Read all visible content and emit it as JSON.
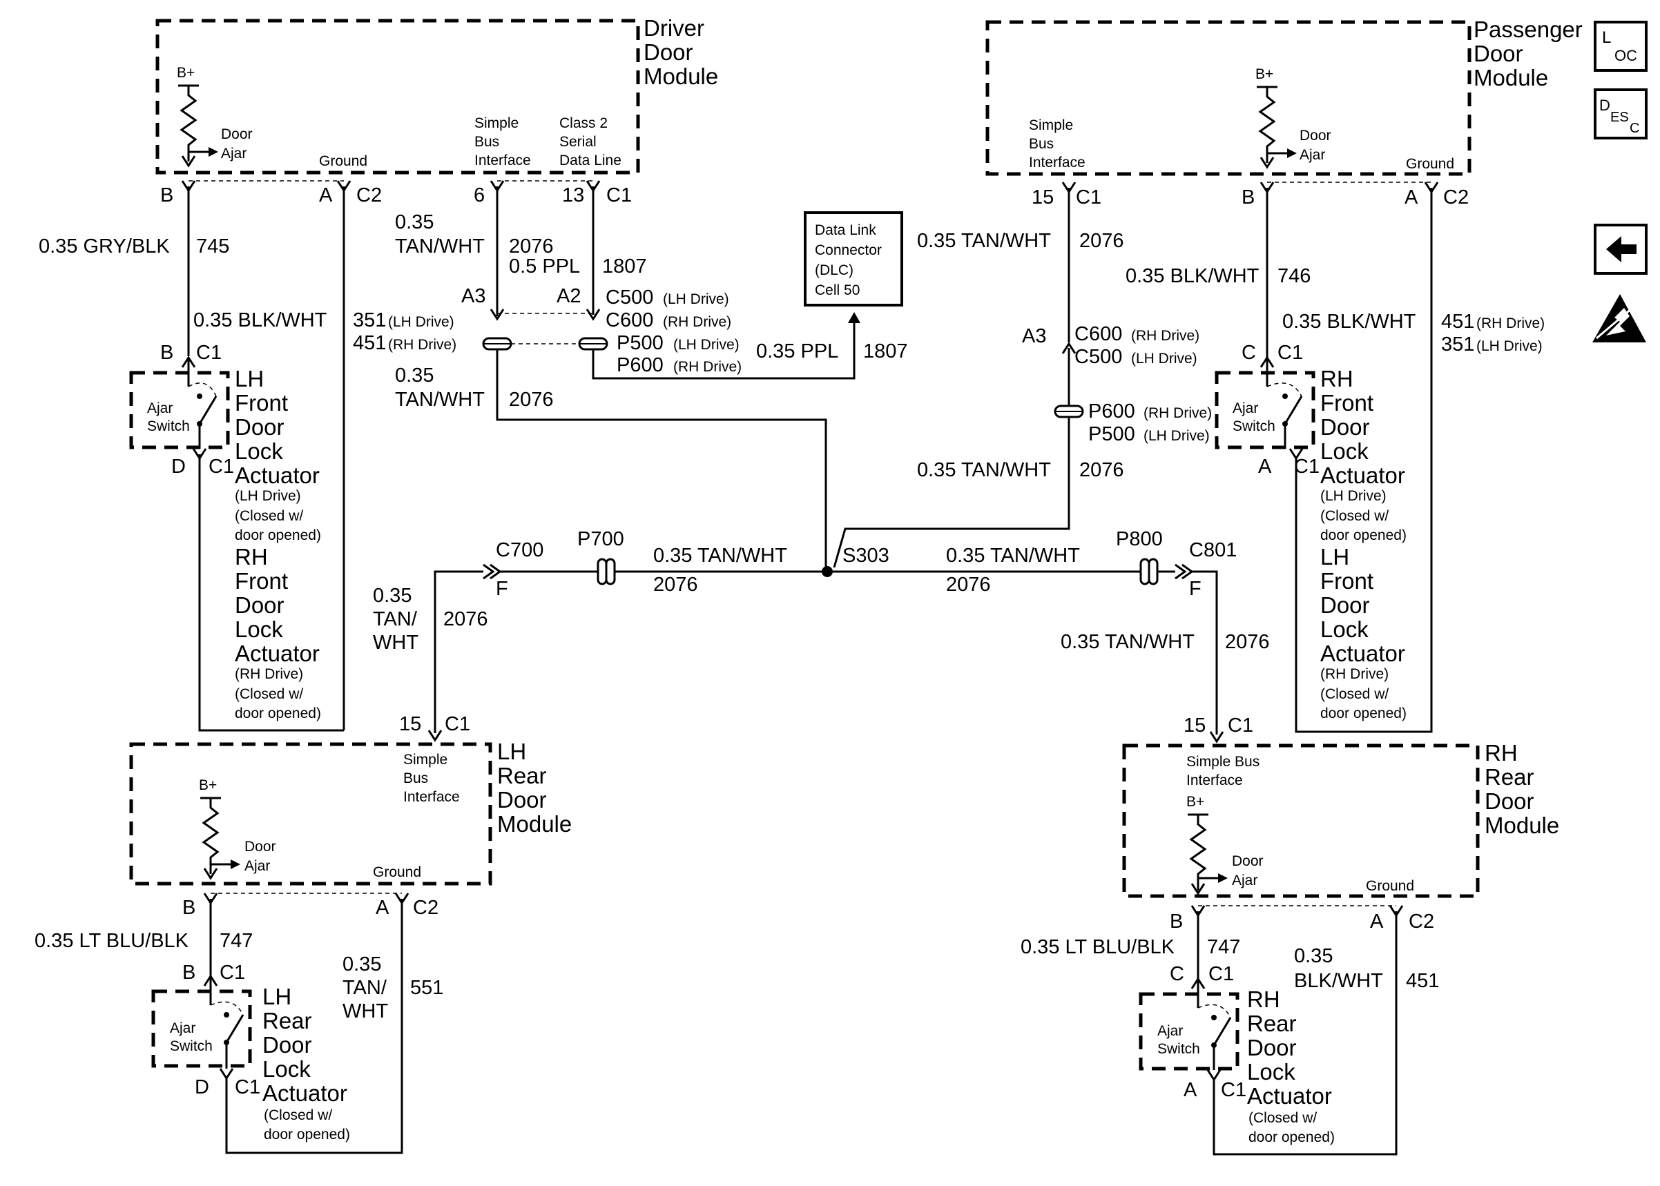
{
  "modules": {
    "driver": {
      "title": [
        "Driver",
        "Door",
        "Module"
      ],
      "b_plus": "B+",
      "door_ajar": [
        "Door",
        "Ajar"
      ],
      "ground": "Ground",
      "sbi": [
        "Simple",
        "Bus",
        "Interface"
      ],
      "class2": [
        "Class 2",
        "Serial",
        "Data Line"
      ]
    },
    "passenger": {
      "title": [
        "Passenger",
        "Door",
        "Module"
      ],
      "b_plus": "B+",
      "door_ajar": [
        "Door",
        "Ajar"
      ],
      "ground": "Ground",
      "sbi": [
        "Simple",
        "Bus",
        "Interface"
      ]
    },
    "lh_rear": {
      "title": [
        "LH",
        "Rear",
        "Door",
        "Module"
      ],
      "b_plus": "B+",
      "door_ajar": [
        "Door",
        "Ajar"
      ],
      "ground": "Ground",
      "sbi": [
        "Simple",
        "Bus",
        "Interface"
      ]
    },
    "rh_rear": {
      "title": [
        "RH",
        "Rear",
        "Door",
        "Module"
      ],
      "b_plus": "B+",
      "door_ajar": [
        "Door",
        "Ajar"
      ],
      "ground": "Ground",
      "sbi": [
        "Simple Bus",
        "Interface"
      ]
    }
  },
  "actuators": {
    "lh_front": {
      "switch": [
        "Ajar",
        "Switch"
      ],
      "title": [
        "LH",
        "Front",
        "Door",
        "Lock",
        "Actuator"
      ],
      "note1": [
        "(LH Drive)",
        "(Closed w/",
        "door opened)"
      ],
      "title2": [
        "RH",
        "Front",
        "Door",
        "Lock",
        "Actuator"
      ],
      "note2": [
        "(RH Drive)",
        "(Closed w/",
        "door opened)"
      ]
    },
    "rh_front": {
      "switch": [
        "Ajar",
        "Switch"
      ],
      "title": [
        "RH",
        "Front",
        "Door",
        "Lock",
        "Actuator"
      ],
      "note1": [
        "(LH Drive)",
        "(Closed w/",
        "door opened)"
      ],
      "title2": [
        "LH",
        "Front",
        "Door",
        "Lock",
        "Actuator"
      ],
      "note2": [
        "(RH Drive)",
        "(Closed w/",
        "door opened)"
      ]
    },
    "lh_rear": {
      "switch": [
        "Ajar",
        "Switch"
      ],
      "title": [
        "LH",
        "Rear",
        "Door",
        "Lock",
        "Actuator"
      ],
      "note": [
        "(Closed w/",
        "door opened)"
      ]
    },
    "rh_rear": {
      "switch": [
        "Ajar",
        "Switch"
      ],
      "title": [
        "RH",
        "Rear",
        "Door",
        "Lock",
        "Actuator"
      ],
      "note": [
        "(Closed w/",
        "door opened)"
      ]
    }
  },
  "dlc": [
    "Data Link",
    "Connector",
    "(DLC)",
    "Cell 50"
  ],
  "pins": {
    "dm_b": "B",
    "dm_a": "A",
    "dm_c2": "C2",
    "dm_6": "6",
    "dm_13": "13",
    "dm_c1": "C1",
    "lhf_b": "B",
    "lhf_c1": "C1",
    "lhf_d": "D",
    "lhf_c1b": "C1",
    "pm_15": "15",
    "pm_c1": "C1",
    "pm_b": "B",
    "pm_a": "A",
    "pm_c2": "C2",
    "rhf_c": "C",
    "rhf_c1": "C1",
    "rhf_a": "A",
    "rhf_c1b": "C1",
    "lhr_15": "15",
    "lhr_c1": "C1",
    "lhr_b": "B",
    "lhr_a": "A",
    "lhr_c2": "C2",
    "lhra_b": "B",
    "lhra_c1": "C1",
    "lhra_d": "D",
    "lhra_c1b": "C1",
    "rhr_15": "15",
    "rhr_c1": "C1",
    "rhr_b": "B",
    "rhr_a": "A",
    "rhr_c2": "C2",
    "rhra_c": "C",
    "rhra_c1": "C1",
    "rhra_a": "A",
    "rhra_c1b": "C1",
    "a3_l": "A3",
    "a2_l": "A2",
    "a3_r": "A3",
    "c700_f": "F",
    "c801_f": "F"
  },
  "connectors": {
    "c500_l": "C500",
    "c500_l_note": "(LH Drive)",
    "c600_l": "C600",
    "c600_l_note": "(RH Drive)",
    "p500_l": "P500",
    "p500_l_note": "(LH Drive)",
    "p600_l": "P600",
    "p600_l_note": "(RH Drive)",
    "c600_r": "C600",
    "c600_r_note": "(RH Drive)",
    "c500_r": "C500",
    "c500_r_note": "(LH Drive)",
    "p600_r": "P600",
    "p600_r_note": "(RH Drive)",
    "p500_r": "P500",
    "p500_r_note": "(LH Drive)",
    "c700": "C700",
    "p700": "P700",
    "p800": "P800",
    "c801": "C801",
    "s303": "S303"
  },
  "wires": {
    "w745_color": "0.35 GRY/BLK",
    "w745_num": "745",
    "wl_ground_color": "0.35 BLK/WHT",
    "wl_ground_num_a": "351",
    "wl_ground_note_a": "(LH Drive)",
    "wl_ground_num_b": "451",
    "wl_ground_note_b": "(RH Drive)",
    "w2076_dm_size": "0.35",
    "w2076_dm_color": "TAN/WHT",
    "w2076_dm_num": "2076",
    "w1807_color": "0.5 PPL",
    "w1807_num": "1807",
    "w2076_p500_size": "0.35",
    "w2076_p500_color": "TAN/WHT",
    "w2076_p500_num": "2076",
    "w1807_dlc_color": "0.35 PPL",
    "w1807_dlc_num": "1807",
    "w2076_pm_color": "0.35 TAN/WHT",
    "w2076_pm_num": "2076",
    "w746_color": "0.35 BLK/WHT",
    "w746_num": "746",
    "wr_ground_color": "0.35 BLK/WHT",
    "wr_ground_num_a": "451",
    "wr_ground_note_a": "(RH Drive)",
    "wr_ground_num_b": "351",
    "wr_ground_note_b": "(LH Drive)",
    "w2076_p600r_color": "0.35 TAN/WHT",
    "w2076_p600r_num": "2076",
    "w2076_left_color": "0.35 TAN/WHT",
    "w2076_left_num": "2076",
    "w2076_right_color": "0.35 TAN/WHT",
    "w2076_right_num": "2076",
    "w2076_lhr_size": "0.35",
    "w2076_lhr_color1": "TAN/",
    "w2076_lhr_color2": "WHT",
    "w2076_lhr_num": "2076",
    "w2076_rhr_color": "0.35 TAN/WHT",
    "w2076_rhr_num": "2076",
    "w747_l_color": "0.35 LT BLU/BLK",
    "w747_l_num": "747",
    "w551_size": "0.35",
    "w551_color1": "TAN/",
    "w551_color2": "WHT",
    "w551_num": "551",
    "w747_r_color": "0.35 LT BLU/BLK",
    "w747_r_num": "747",
    "w451_r_size": "0.35",
    "w451_r_color": "BLK/WHT",
    "w451_r_num": "451"
  },
  "icons": {
    "loc": {
      "big": "L",
      "small": "OC"
    },
    "desc": {
      "big": "D",
      "small1": "ES",
      "small2": "C"
    },
    "back_arrow": "arrow-left-icon",
    "esd": "esd-warning-icon"
  }
}
